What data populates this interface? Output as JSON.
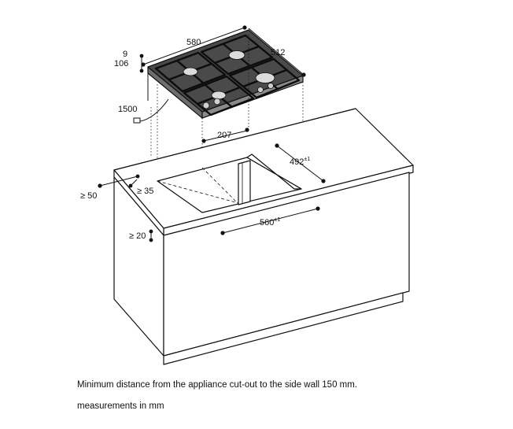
{
  "dimensions": {
    "hob_width": "580",
    "hob_depth": "512",
    "hob_thickness": "9",
    "hob_height": "106",
    "cable_length": "1500",
    "cutout_offset": "207",
    "cutout_depth": "492",
    "cutout_depth_tol": "±1",
    "cutout_width": "560",
    "cutout_width_tol": "±1",
    "back_clearance": "≥ 50",
    "edge_clearance": "≥ 35",
    "front_clearance": "≥ 20"
  },
  "notes": {
    "min_distance": "Minimum distance from the appliance cut-out to the side wall 150 mm.",
    "units": "measurements in mm"
  },
  "colors": {
    "line": "#111111",
    "hob": "#3a3a3a",
    "grate": "#1a1a1a",
    "hole": "#bdbdbd"
  }
}
